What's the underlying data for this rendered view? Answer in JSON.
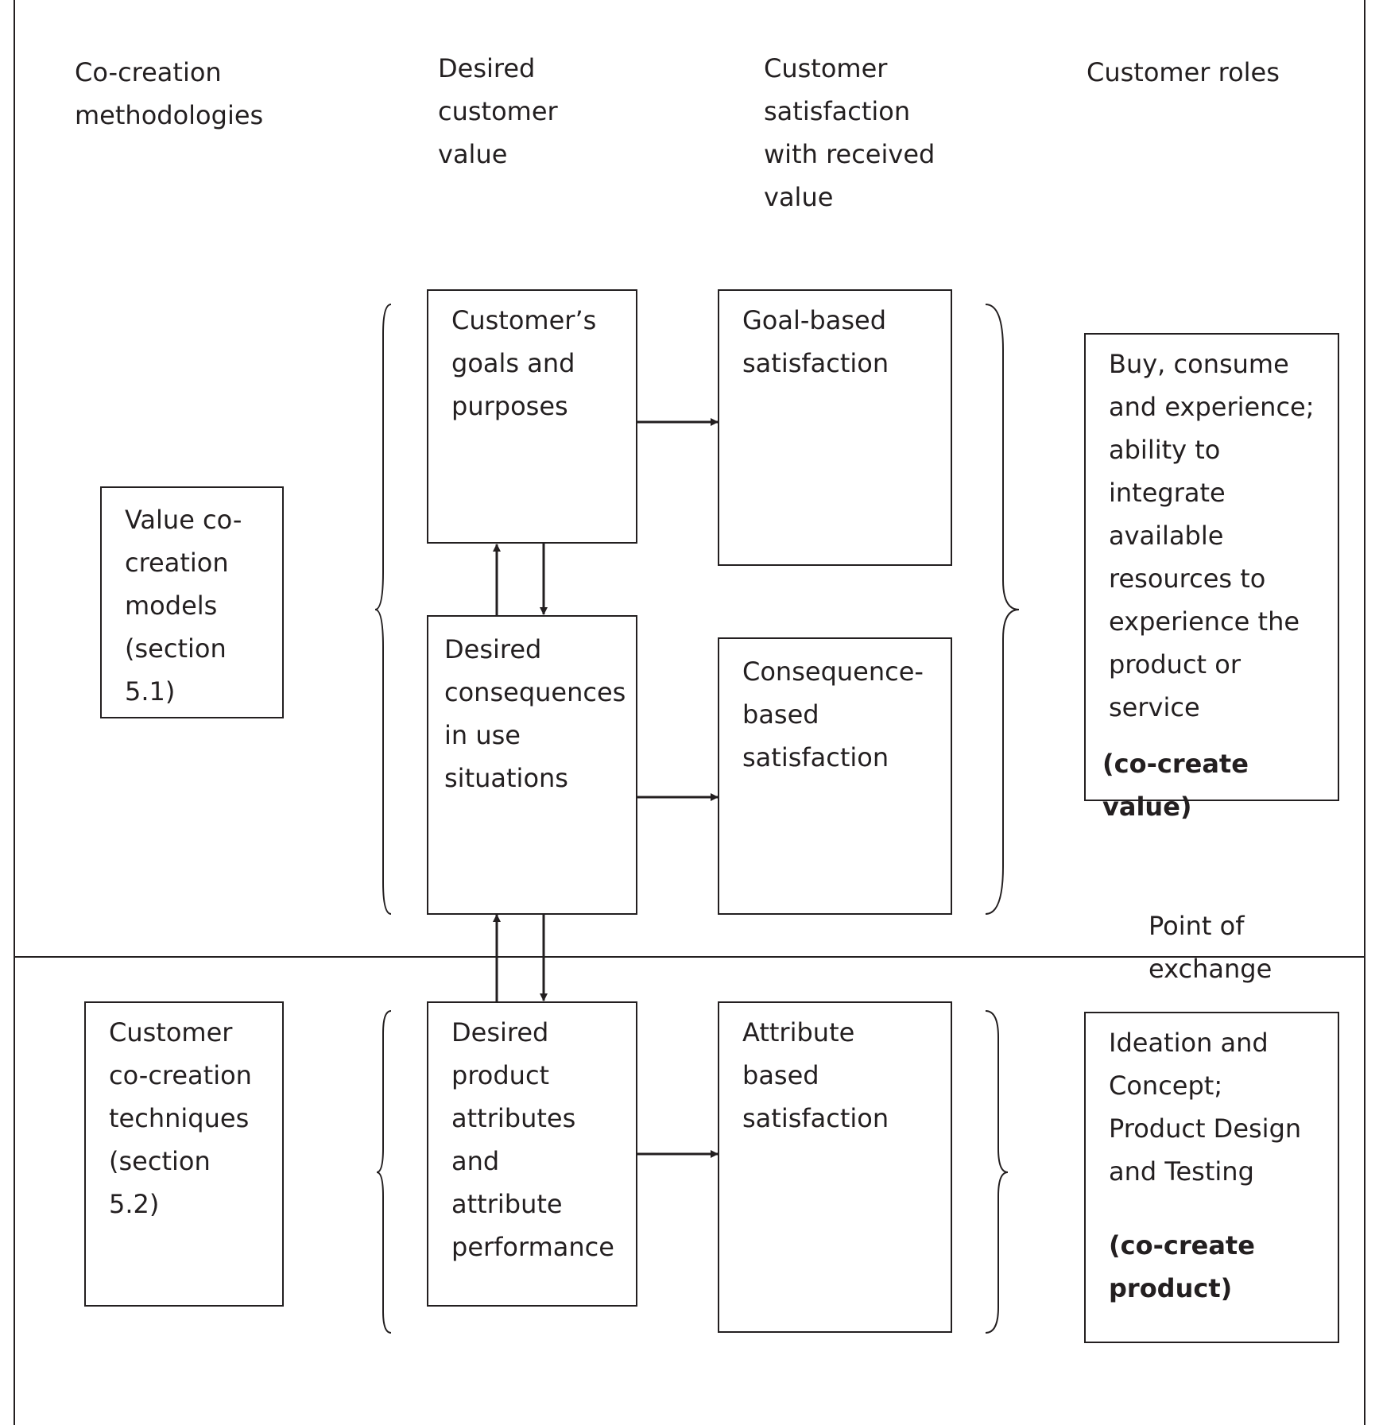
{
  "headers": {
    "methodologies": "Co-creation\nmethodologies",
    "desired_value": "Desired\ncustomer\nvalue",
    "satisfaction": "Customer\nsatisfaction\nwith received\nvalue",
    "roles": "Customer roles"
  },
  "methods": {
    "value_models": "Value co-\ncreation\nmodels\n(section\n5.1)",
    "techniques": "Customer\nco-creation\ntechniques\n(section\n5.2)"
  },
  "value_hierarchy": {
    "goals": "Customer’s\ngoals and\npurposes",
    "consequences": "Desired\nconsequences\nin use\nsituations",
    "attributes": "Desired\nproduct\nattributes\nand\nattribute\nperformance"
  },
  "satisfaction_levels": {
    "goal": "Goal-based\nsatisfaction",
    "consequence": "Consequence-\nbased\nsatisfaction",
    "attribute": "Attribute\nbased\nsatisfaction"
  },
  "roles": {
    "upper_text": "Buy, consume\nand experience;\nability to\nintegrate\navailable\nresources to\nexperience the\nproduct or\nservice",
    "upper_bold": "(co-create value)",
    "lower_text": "Ideation and\nConcept;\nProduct Design\nand Testing",
    "lower_bold": "(co-create\nproduct)"
  },
  "point_of_exchange": "Point of\nexchange"
}
